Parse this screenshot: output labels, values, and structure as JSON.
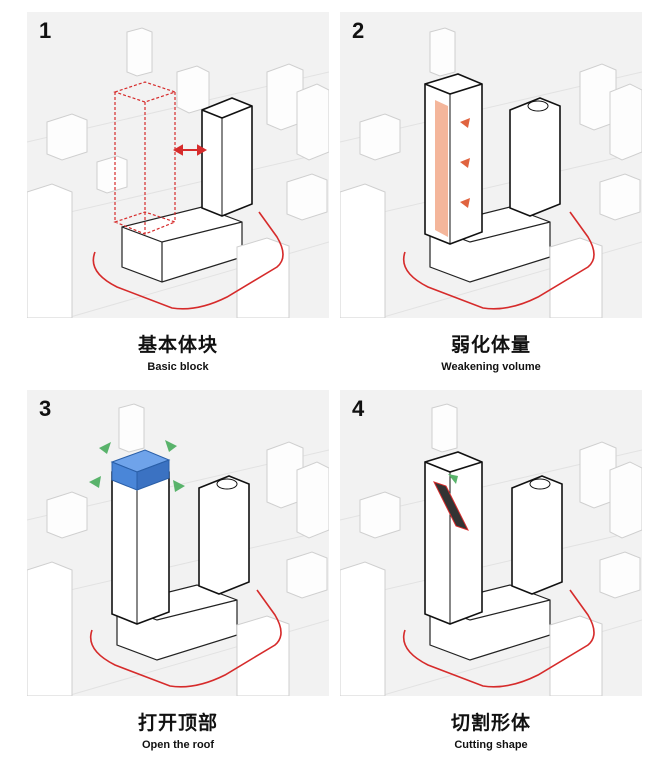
{
  "panels": [
    {
      "number": "1",
      "title_zh": "基本体块",
      "title_en": "Basic block"
    },
    {
      "number": "2",
      "title_zh": "弱化体量",
      "title_en": "Weakening volume"
    },
    {
      "number": "3",
      "title_zh": "打开顶部",
      "title_en": "Open the roof"
    },
    {
      "number": "4",
      "title_zh": "切割形体",
      "title_en": "Cutting shape"
    }
  ],
  "colors": {
    "site_outline": "#d62b2b",
    "weakening_fill": "#f2a98a",
    "roof_block": "#4a86d8",
    "arrow_green": "#59b36b",
    "building": "#ffffff",
    "shadow": "#d8d8d8"
  }
}
